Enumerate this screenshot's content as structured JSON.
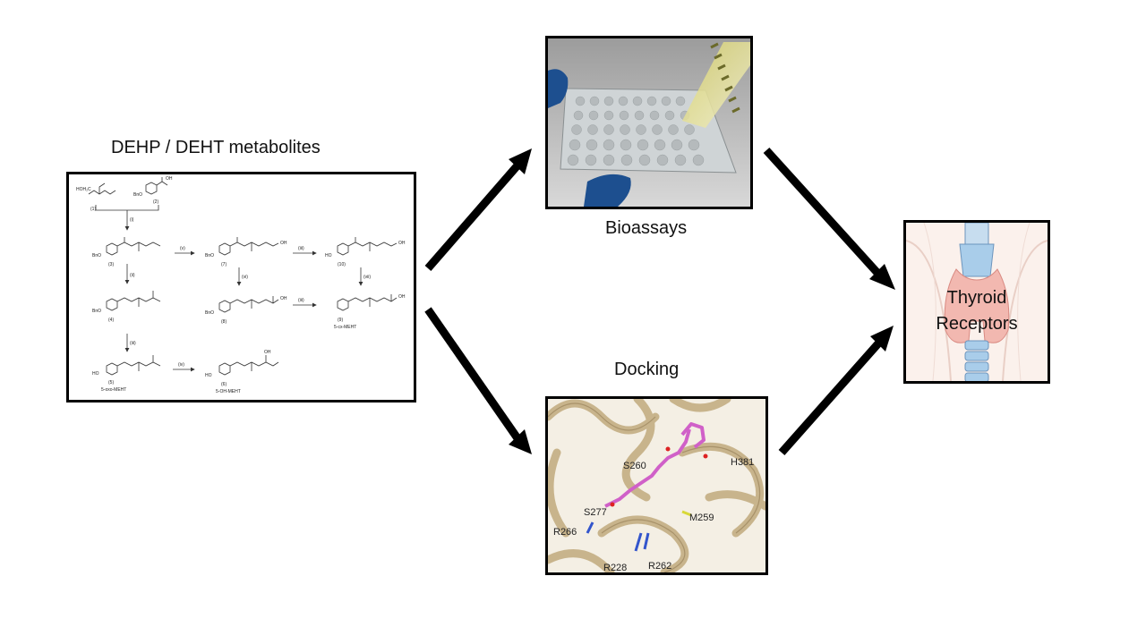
{
  "panels": {
    "metabolites": {
      "title": "DEHP / DEHT metabolites",
      "scheme": {
        "steps": [
          "(i)",
          "(ii)",
          "(iii)",
          "(iv)",
          "(v)",
          "(vi)",
          "(vii)",
          "(iii)",
          "(iii)",
          "(vii)"
        ],
        "compounds": [
          "(1)",
          "(2)",
          "(3)",
          "(4)",
          "(5)",
          "(6)",
          "(7)",
          "(8)",
          "(9)",
          "(10)"
        ],
        "names": [
          "5-oxo-MEHT",
          "5-OH-MEHT",
          "5-cx-MEHT"
        ],
        "groups": [
          "HOH₂C",
          "BnO",
          "OH",
          "HO",
          "O"
        ]
      }
    },
    "bioassays": {
      "title": "Bioassays"
    },
    "docking": {
      "title": "Docking",
      "residues": [
        "S260",
        "H381",
        "S277",
        "M259",
        "R266",
        "R228",
        "R262"
      ]
    },
    "thyroid": {
      "line1": "Thyroid",
      "line2": "Receptors"
    }
  },
  "colors": {
    "arrow": "#000000",
    "protein": "#c8b48c",
    "ligand": "#d060c8",
    "gland": "#f2b8b0",
    "trachea": "#a9cdea"
  }
}
